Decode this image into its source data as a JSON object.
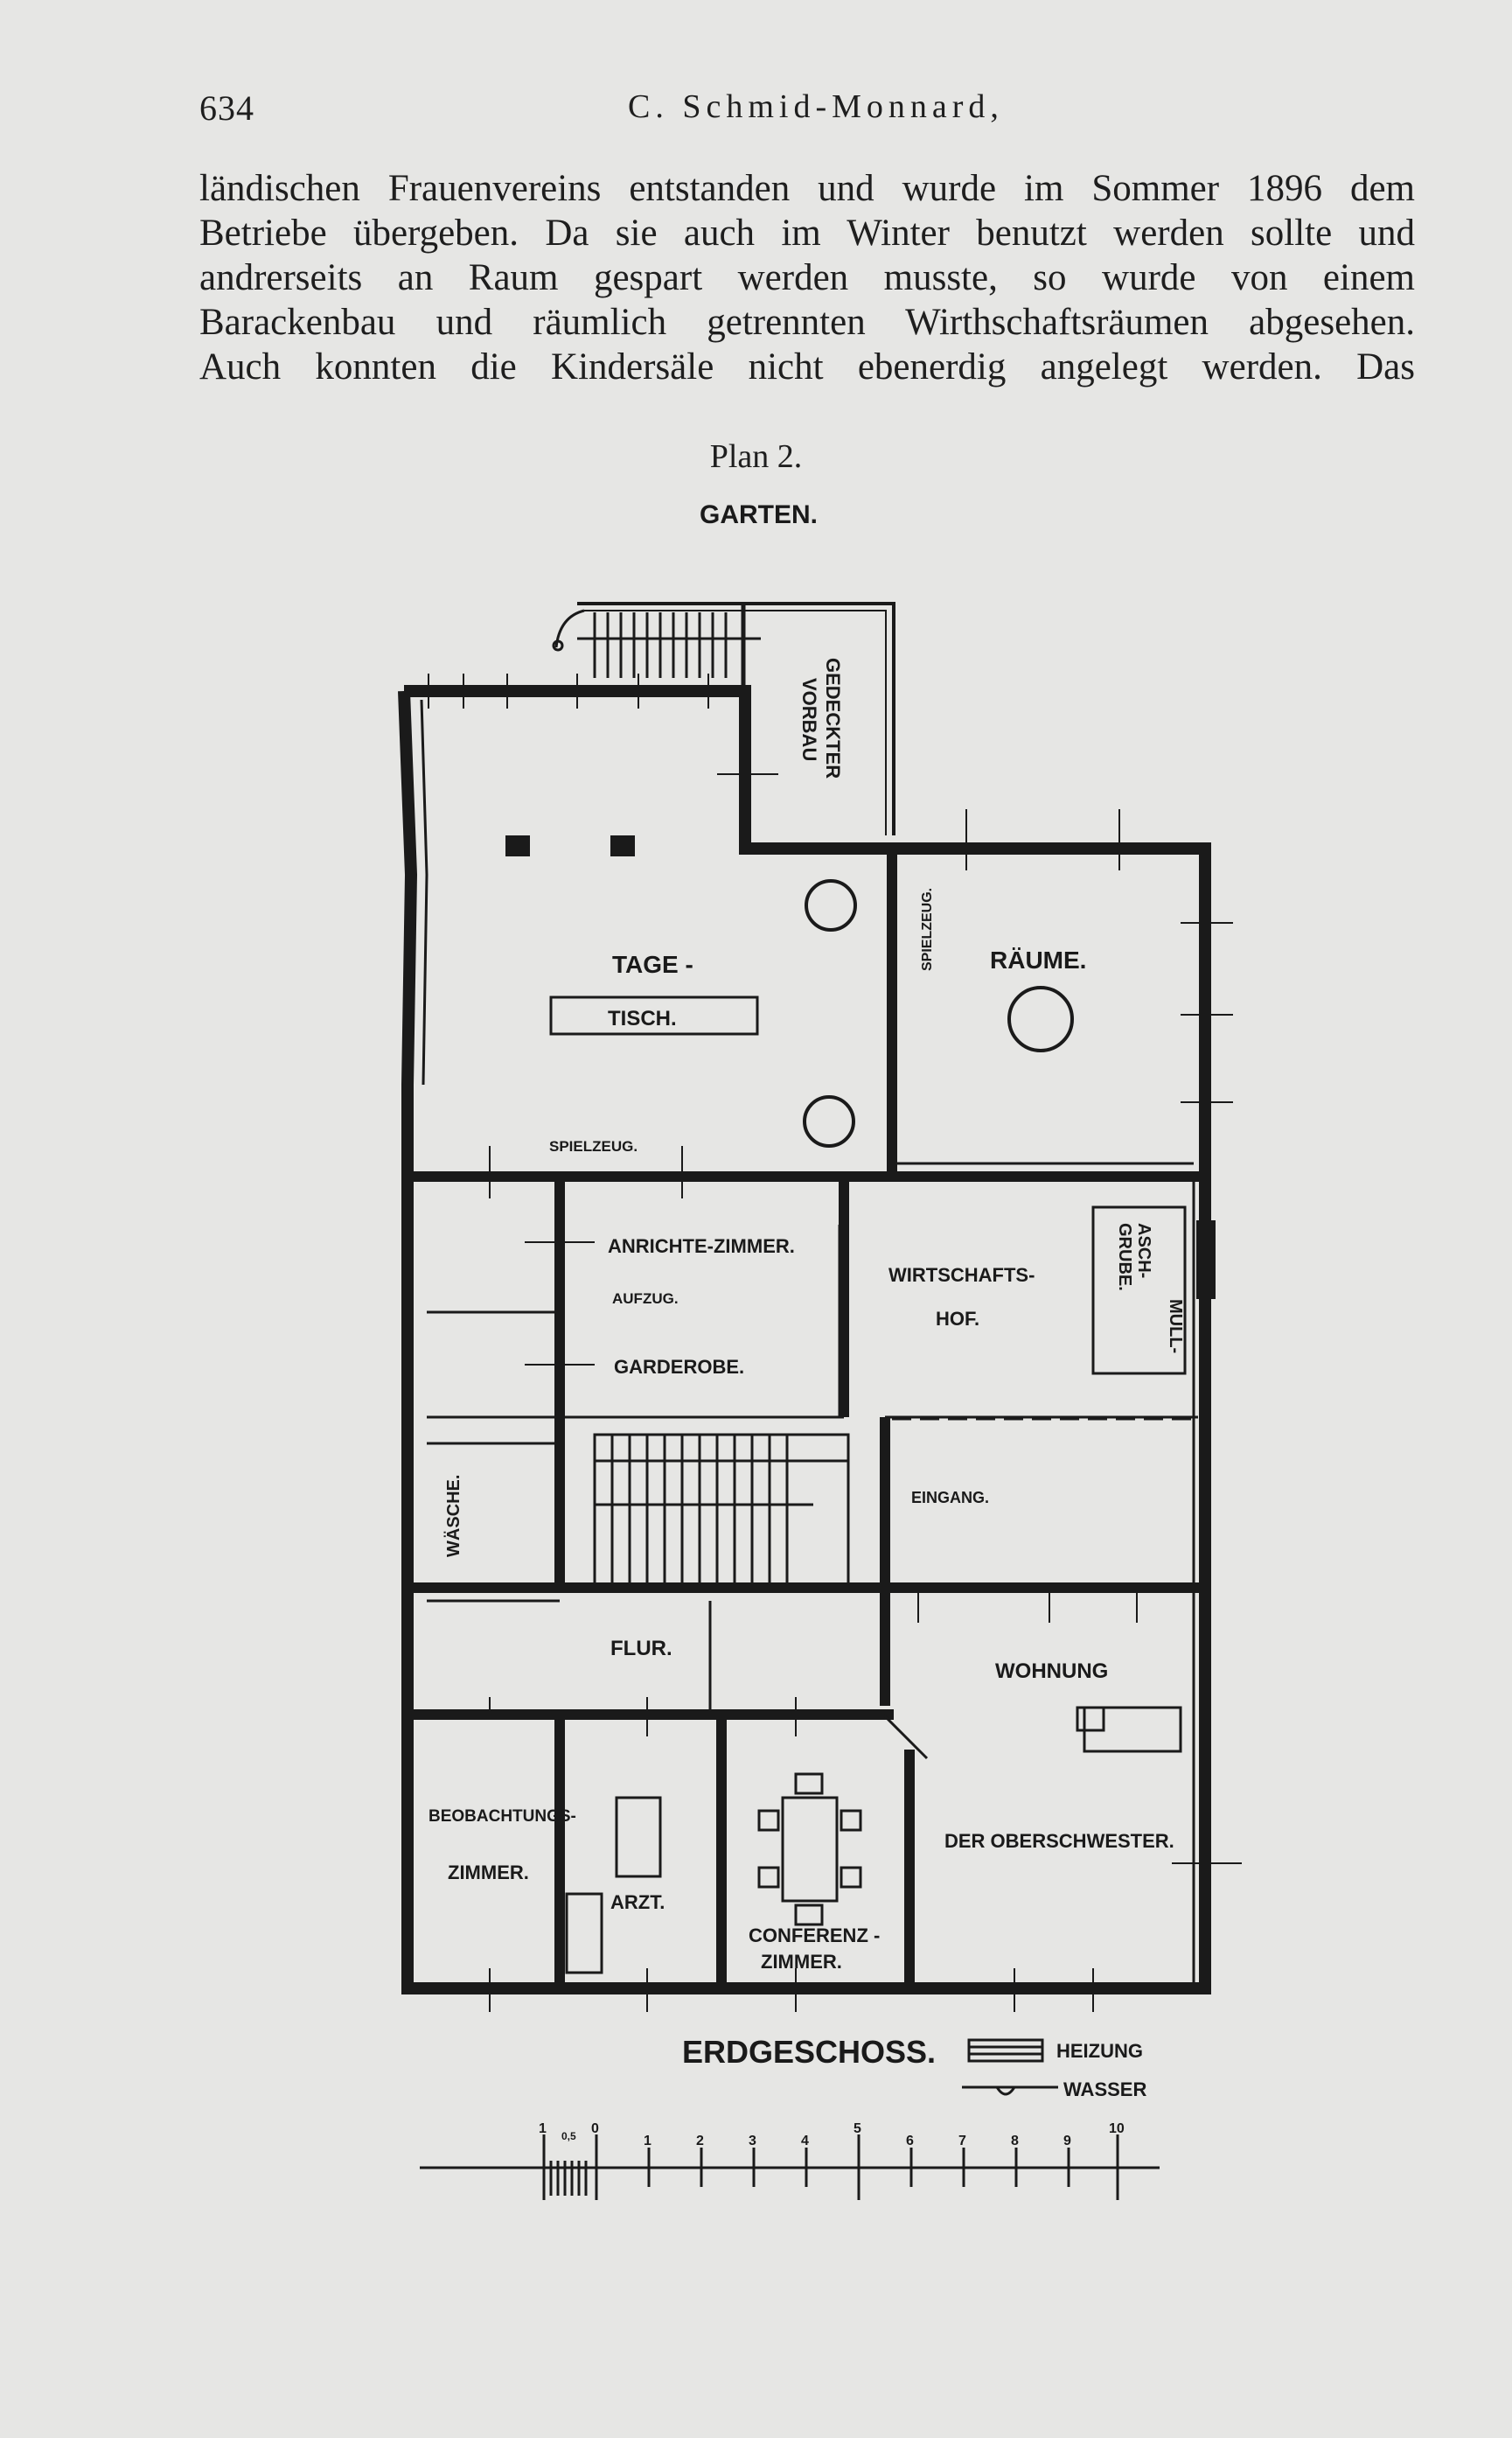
{
  "header": {
    "page_number": "634",
    "running_head": "C. Schmid-Monnard,"
  },
  "body_lines": [
    "ländischen Frauenvereins entstanden und wurde im Sommer 1896 dem",
    "Betriebe übergeben. Da sie auch im Winter benutzt werden sollte und",
    "andrerseits an Raum gespart werden musste, so wurde von einem",
    "Barackenbau und räumlich getrennten Wirthschaftsräumen abgesehen.",
    "Auch konnten die Kindersäle nicht ebenerdig angelegt werden. Das"
  ],
  "figure": {
    "caption": "Plan 2.",
    "garden_label": "GARTEN.",
    "floor_title": "ERDGESCHOSS.",
    "room_labels": {
      "gedeckter": "GEDECKTER",
      "vorbau": "VORBAU",
      "tage": "TAGE -",
      "tisch": "TISCH.",
      "raeume": "RÄUME.",
      "spielzeug_vertical": "SPIELZEUG.",
      "spielzeug": "SPIELZEUG.",
      "anrichte": "ANRICHTE-ZIMMER.",
      "aufzug": "AUFZUG.",
      "garderobe": "GARDEROBE.",
      "wirtschafts": "WIRTSCHAFTS-",
      "hof": "HOF.",
      "asch": "ASCH-",
      "grube": "GRUBE.",
      "muell": "MÜLL-",
      "waesche": "WÄSCHE.",
      "eingang": "EINGANG.",
      "flur": "FLUR.",
      "wohnung": "WOHNUNG",
      "oberschwester": "DER OBERSCHWESTER.",
      "beobachtungs": "BEOBACHTUNGS-",
      "zimmer": "ZIMMER.",
      "arzt": "ARZT.",
      "conferenz": "CONFERENZ -",
      "conferenz_zimmer": "ZIMMER."
    },
    "legend": {
      "heizung": "HEIZUNG",
      "wasser": "WASSER"
    },
    "scale": {
      "labels": [
        "1",
        "0,5",
        "0",
        "1",
        "2",
        "3",
        "4",
        "5",
        "6",
        "7",
        "8",
        "9",
        "10"
      ]
    }
  }
}
